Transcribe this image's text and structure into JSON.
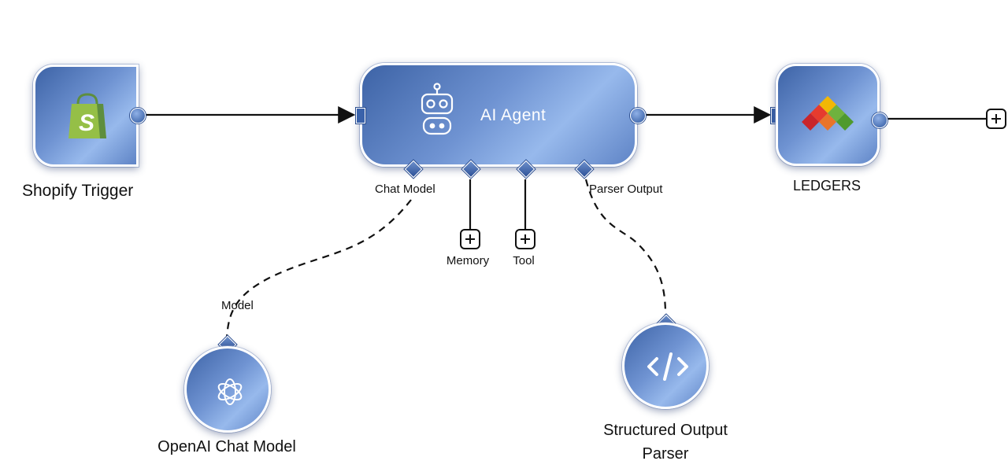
{
  "nodes": {
    "shopify_trigger": {
      "label": "Shopify Trigger",
      "icon": "shopify-bag-icon"
    },
    "ai_agent": {
      "label": "AI Agent",
      "icon": "robot-icon",
      "inputs": {
        "chat_model": "Chat Model",
        "memory": "Memory",
        "tool": "Tool",
        "parser_output": "Parser Output"
      }
    },
    "ledgers": {
      "label": "LEDGERS",
      "icon": "ledgers-logo-icon"
    },
    "openai_chat_model": {
      "label": "OpenAI Chat Model",
      "icon": "openai-logo-icon",
      "port_label": "Model"
    },
    "structured_output_parser": {
      "label_line1": "Structured Output",
      "label_line2": "Parser",
      "icon": "code-icon"
    }
  },
  "actions": {
    "add_node_icon": "plus-icon"
  },
  "colors": {
    "node_dark": "#3d63a6",
    "node_light": "#97b9ec",
    "edge": "#111111",
    "shopify_green": "#95bf47",
    "ledgers_red": "#e63b2e",
    "ledgers_yellow": "#f2b705",
    "ledgers_green": "#6fb23e"
  }
}
